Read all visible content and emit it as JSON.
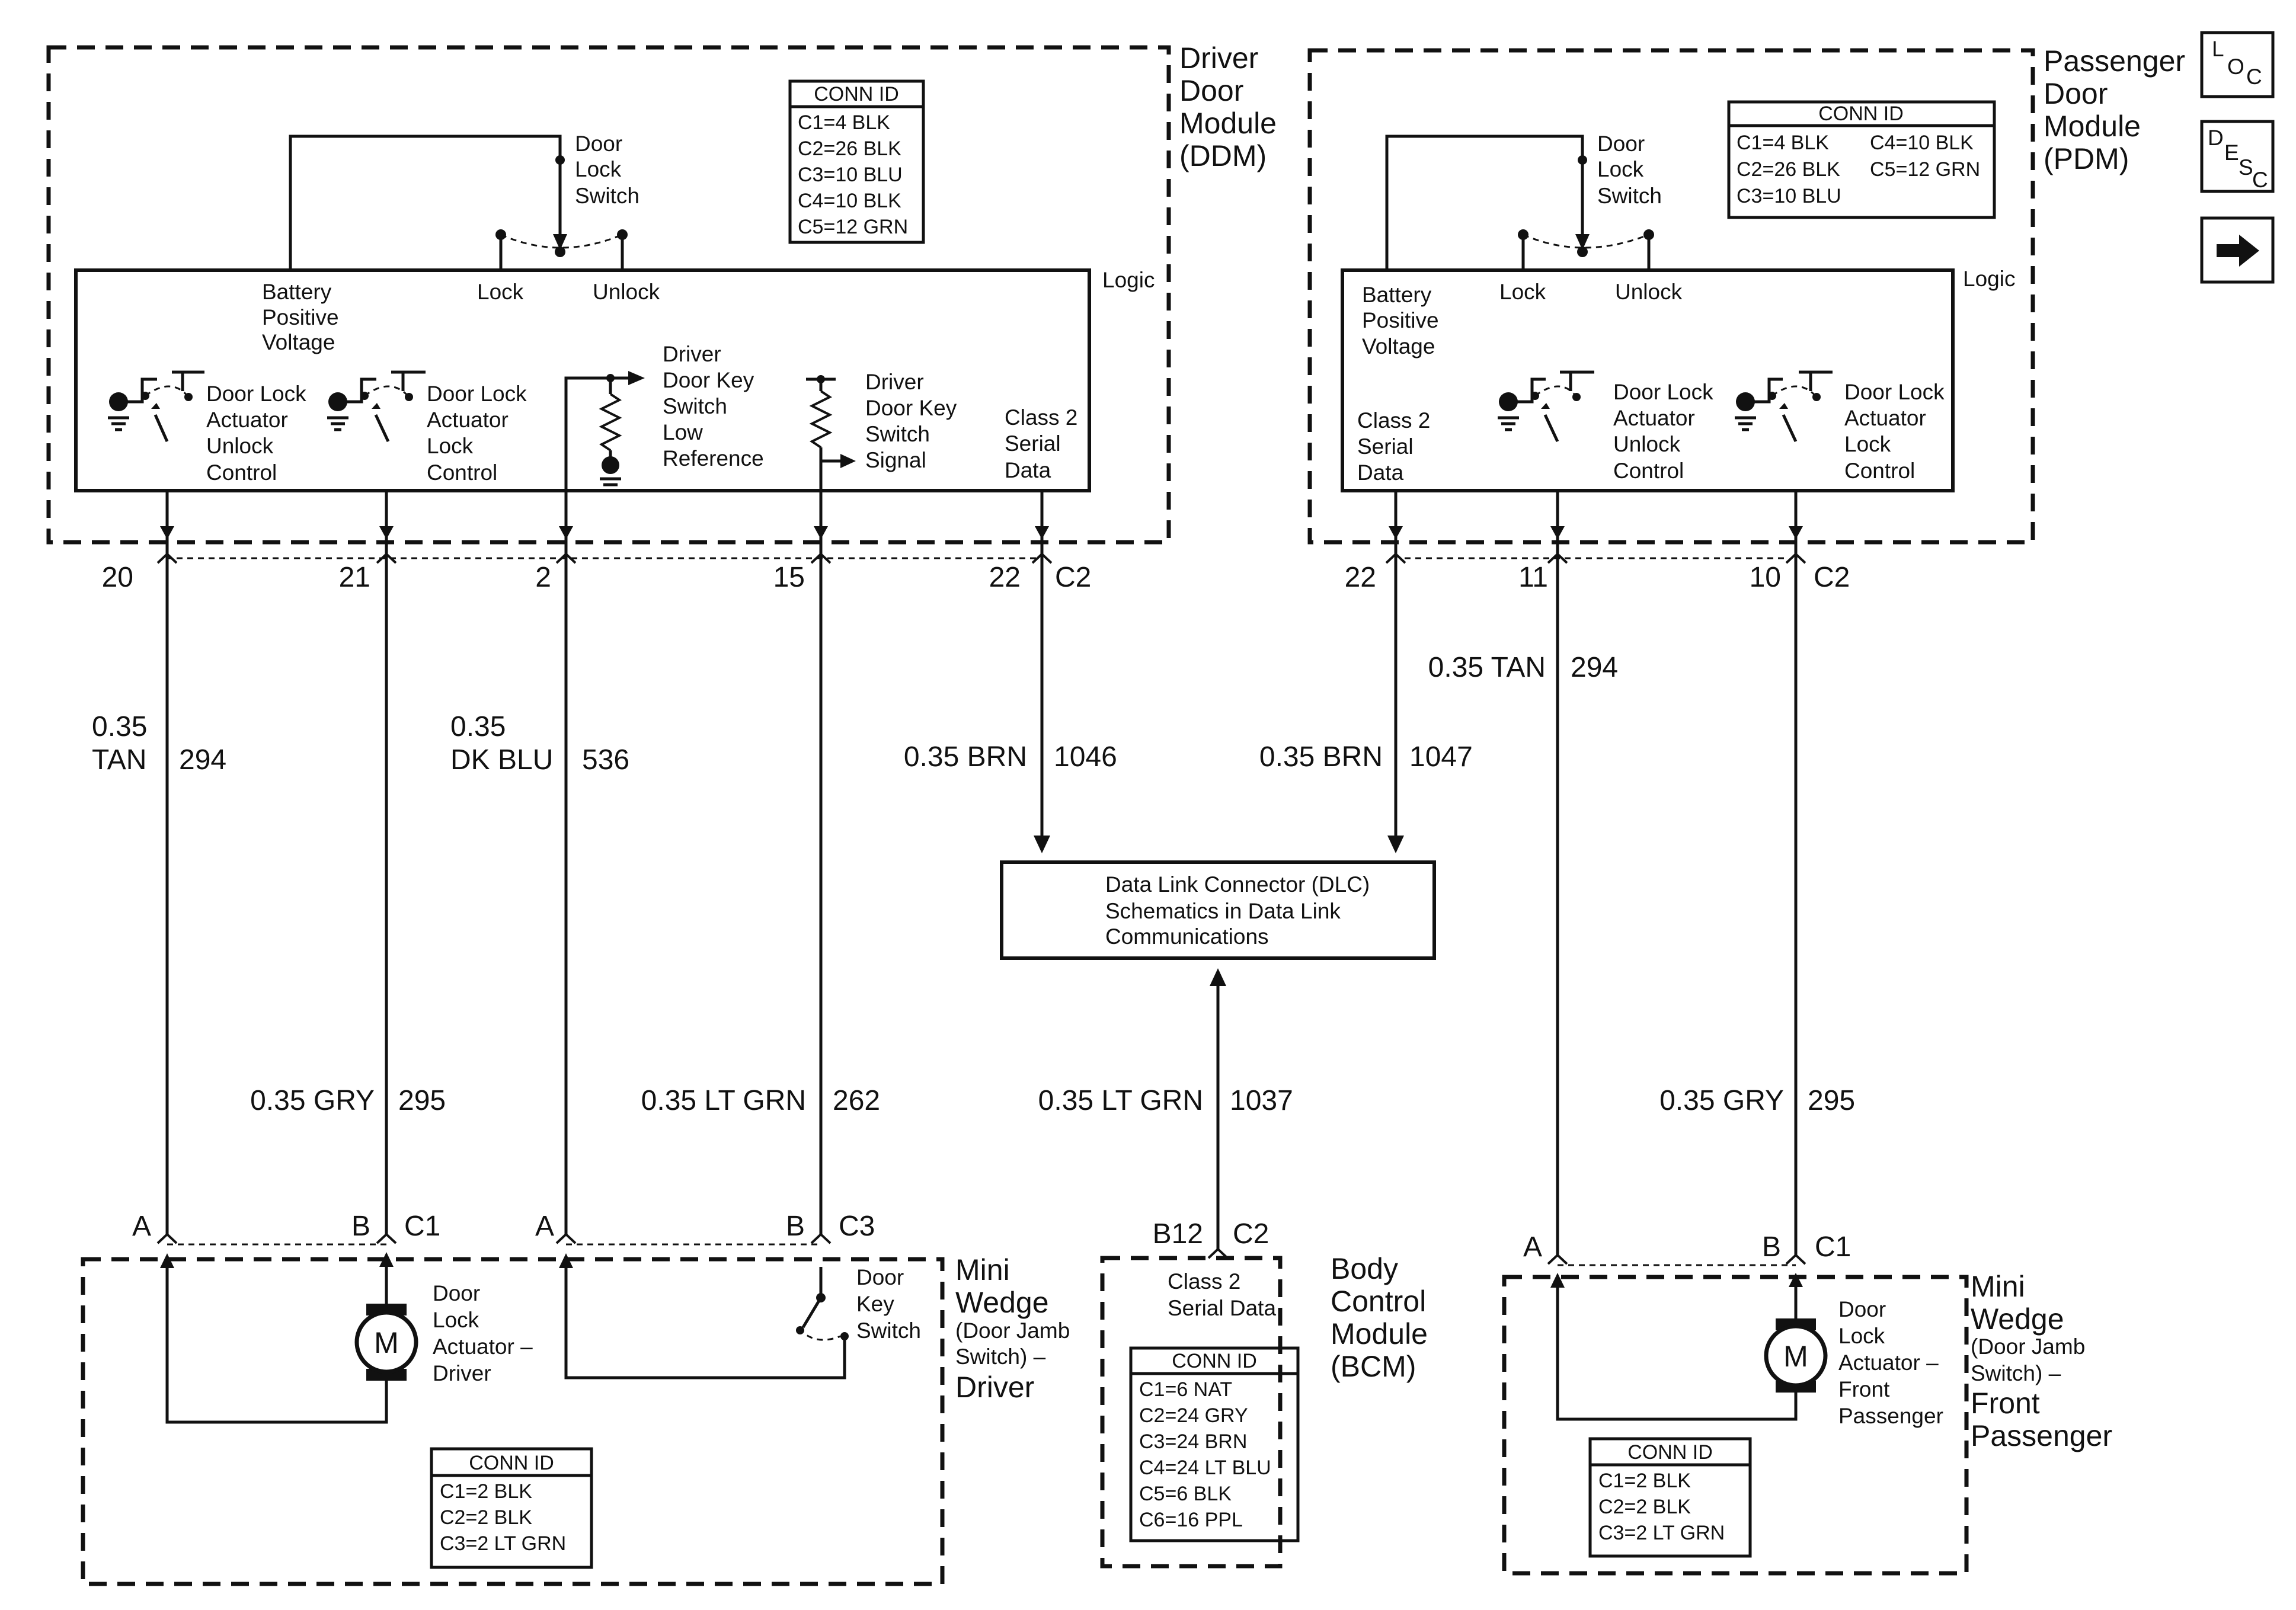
{
  "ddm": {
    "title": [
      "Driver",
      "Door",
      "Module",
      "(DDM)"
    ],
    "conn_header": "CONN ID",
    "conn": [
      "C1=4 BLK",
      "C2=26 BLK",
      "C3=10 BLU",
      "C4=10 BLK",
      "C5=12 GRN"
    ],
    "switch_label": [
      "Door",
      "Lock",
      "Switch"
    ],
    "logic": "Logic",
    "battery": [
      "Battery",
      "Positive",
      "Voltage"
    ],
    "lock": "Lock",
    "unlock": "Unlock",
    "unlock_ctrl": [
      "Door Lock",
      "Actuator",
      "Unlock",
      "Control"
    ],
    "lock_ctrl": [
      "Door Lock",
      "Actuator",
      "Lock",
      "Control"
    ],
    "key_low": [
      "Driver",
      "Door Key",
      "Switch",
      "Low",
      "Reference"
    ],
    "key_signal": [
      "Driver",
      "Door Key",
      "Switch",
      "Signal"
    ],
    "class2": [
      "Class 2",
      "Serial",
      "Data"
    ],
    "pins": [
      "20",
      "21",
      "2",
      "15",
      "22"
    ],
    "connector": "C2"
  },
  "pdm": {
    "title": [
      "Passenger",
      "Door",
      "Module",
      "(PDM)"
    ],
    "conn_header": "CONN ID",
    "conn_left": [
      "C1=4 BLK",
      "C2=26 BLK",
      "C3=10 BLU"
    ],
    "conn_right": [
      "C4=10 BLK",
      "C5=12 GRN"
    ],
    "switch_label": [
      "Door",
      "Lock",
      "Switch"
    ],
    "logic": "Logic",
    "battery": [
      "Battery",
      "Positive",
      "Voltage"
    ],
    "lock": "Lock",
    "unlock": "Unlock",
    "class2": [
      "Class 2",
      "Serial",
      "Data"
    ],
    "unlock_ctrl": [
      "Door Lock",
      "Actuator",
      "Unlock",
      "Control"
    ],
    "lock_ctrl": [
      "Door Lock",
      "Actuator",
      "Lock",
      "Control"
    ],
    "pins": [
      "22",
      "11",
      "10"
    ],
    "connector": "C2"
  },
  "side_icons": {
    "loc": [
      "L",
      "O",
      "C"
    ],
    "desc": [
      "D",
      "E",
      "S",
      "C"
    ]
  },
  "wires": {
    "w294_left": [
      "0.35",
      "TAN",
      "294"
    ],
    "w536": [
      "0.35",
      "DK BLU",
      "536"
    ],
    "w1046": [
      "0.35 BRN",
      "1046"
    ],
    "w1047": [
      "0.35 BRN",
      "1047"
    ],
    "w294_right": [
      "0.35 TAN",
      "294"
    ],
    "w295_left": [
      "0.35 GRY",
      "295"
    ],
    "w262": [
      "0.35 LT GRN",
      "262"
    ],
    "w1037": [
      "0.35 LT GRN",
      "1037"
    ],
    "w295_right": [
      "0.35 GRY",
      "295"
    ]
  },
  "dlc": [
    "Data Link Connector (DLC)",
    "Schematics in Data Link",
    "Communications"
  ],
  "mini_wedge_driver": {
    "title": [
      "Mini",
      "Wedge"
    ],
    "subtitle": [
      "(Door Jamb",
      "Switch) –"
    ],
    "title_end": "Driver",
    "pins_c1": [
      "A",
      "B",
      "C1"
    ],
    "pins_c3": [
      "A",
      "B",
      "C3"
    ],
    "motor": "M",
    "actuator": [
      "Door",
      "Lock",
      "Actuator –",
      "Driver"
    ],
    "key_switch": [
      "Door",
      "Key",
      "Switch"
    ],
    "conn_header": "CONN ID",
    "conn": [
      "C1=2 BLK",
      "C2=2 BLK",
      "C3=2 LT GRN"
    ]
  },
  "bcm": {
    "pins": [
      "B12",
      "C2"
    ],
    "serial": [
      "Class 2",
      "Serial Data"
    ],
    "title": [
      "Body",
      "Control",
      "Module",
      "(BCM)"
    ],
    "conn_header": "CONN ID",
    "conn": [
      "C1=6 NAT",
      "C2=24 GRY",
      "C3=24 BRN",
      "C4=24 LT BLU",
      "C5=6 BLK",
      "C6=16 PPL"
    ]
  },
  "mini_wedge_pass": {
    "pins": [
      "A",
      "B",
      "C1"
    ],
    "title": [
      "Mini",
      "Wedge"
    ],
    "subtitle": [
      "(Door Jamb",
      "Switch) –"
    ],
    "title_end": [
      "Front",
      "Passenger"
    ],
    "motor": "M",
    "actuator": [
      "Door",
      "Lock",
      "Actuator –",
      "Front",
      "Passenger"
    ],
    "conn_header": "CONN ID",
    "conn": [
      "C1=2 BLK",
      "C2=2 BLK",
      "C3=2 LT GRN"
    ]
  }
}
